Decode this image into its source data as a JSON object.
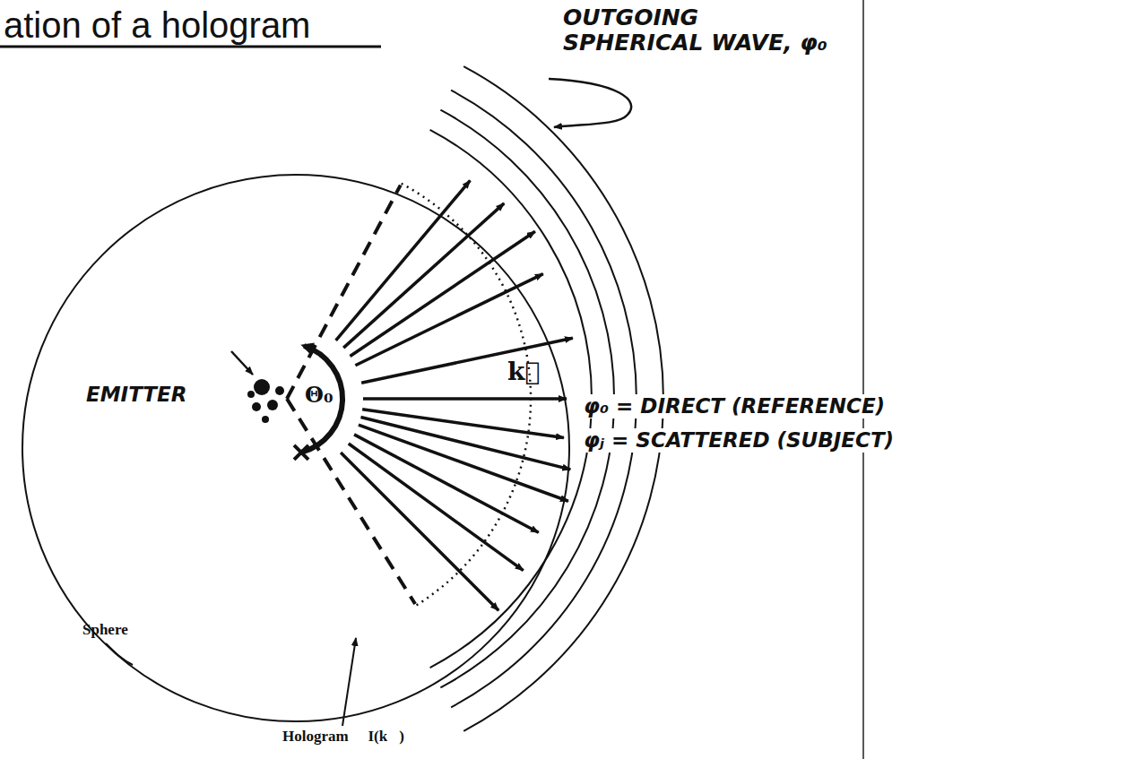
{
  "diagram": {
    "title": "ation of a hologram",
    "labels": [
      "OUTGOING SPHERICAL WAVE, φ₀",
      "EMITTER",
      "Θ₀",
      "k⃗",
      "φ₀ = DIRECT (REFERENCE)",
      "φⱼ = SCATTERED (SUBJECT)",
      "Sphere",
      "Hologram ∝ I(k⃗)"
    ]
  }
}
